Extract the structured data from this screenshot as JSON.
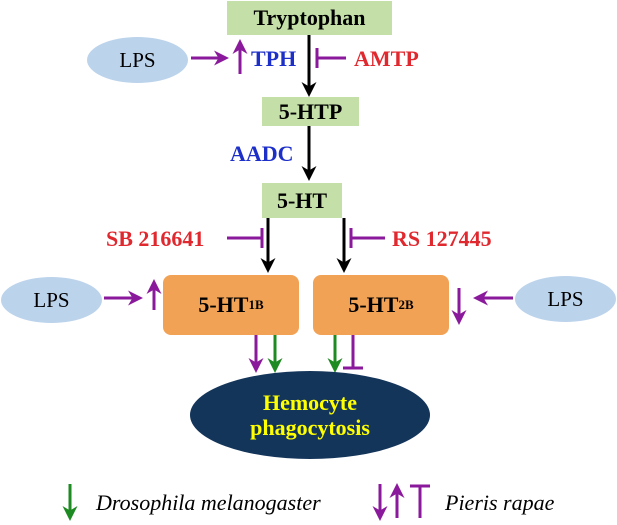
{
  "nodes": {
    "tryptophan": "Tryptophan",
    "htp": "5-HTP",
    "ht": "5-HT",
    "receptor_1b": {
      "main": "5-HT",
      "sub": "1B"
    },
    "receptor_2b": {
      "main": "5-HT",
      "sub": "2B"
    },
    "outcome_line1": "Hemocyte",
    "outcome_line2": "phagocytosis"
  },
  "stimulus": {
    "lps_top": "LPS",
    "lps_left": "LPS",
    "lps_right": "LPS"
  },
  "enzymes": {
    "tph": "TPH",
    "aadc": "AADC"
  },
  "inhibitors": {
    "amtp": "AMTP",
    "sb": "SB 216641",
    "rs": "RS 127445"
  },
  "legend": {
    "drosophila": "Drosophila melanogaster",
    "pieris": "Pieris rapae"
  },
  "colors": {
    "flow": "#000000",
    "pieris": "#8a1a9b",
    "drosophila": "#1e8a22",
    "enzyme_text": "#1c2fc8",
    "inhibitor_text": "#e0282f",
    "compound_box": "#c5dfa8",
    "receptor_box": "#f2a255",
    "lps_ellipse": "#bcd3ec",
    "outcome_fill": "#14355a",
    "outcome_text": "#ffff00"
  }
}
